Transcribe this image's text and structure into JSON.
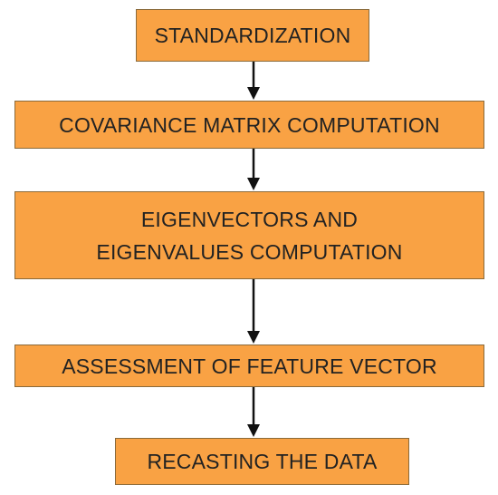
{
  "steps": [
    {
      "label": "STANDARDIZATION"
    },
    {
      "label": "COVARIANCE MATRIX COMPUTATION"
    },
    {
      "label": "EIGENVECTORS AND EIGENVALUES COMPUTATION"
    },
    {
      "label": "ASSESSMENT OF FEATURE VECTOR"
    },
    {
      "label": "RECASTING THE DATA"
    }
  ],
  "colors": {
    "box_fill": "#f9a244",
    "box_border": "#8a6a3a",
    "arrow": "#111111",
    "text": "#222222"
  }
}
